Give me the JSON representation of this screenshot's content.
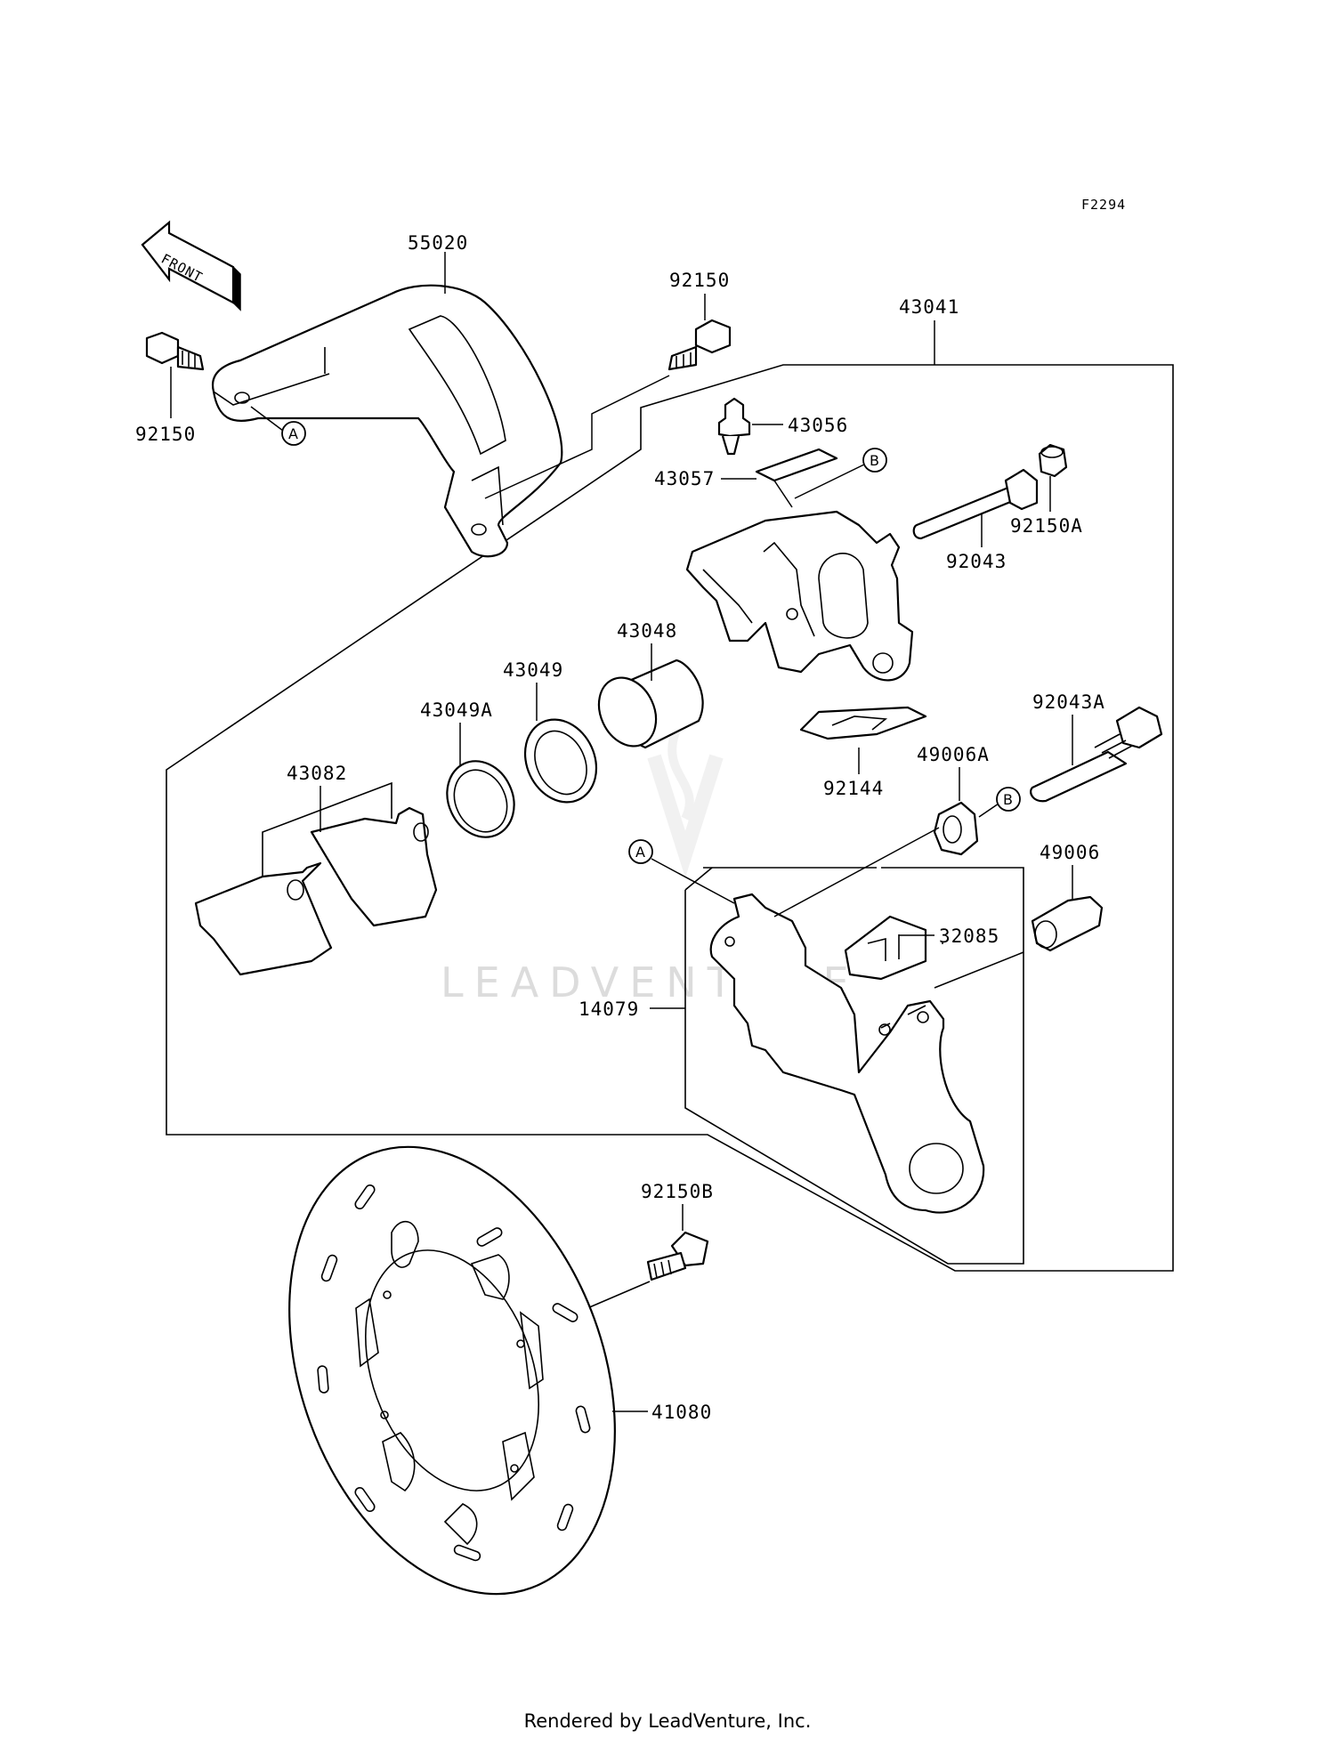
{
  "diagram": {
    "code": "F2294",
    "front_label": "FRONT",
    "watermark": "LEADVENTURE",
    "part_labels": {
      "p55020": "55020",
      "p92150_left": "92150",
      "p92150_top": "92150",
      "p43041": "43041",
      "p43056": "43056",
      "p43057": "43057",
      "p92150A": "92150A",
      "p92043": "92043",
      "p43048": "43048",
      "p43049": "43049",
      "p43049A": "43049A",
      "p43082": "43082",
      "p92144": "92144",
      "p92043A": "92043A",
      "p49006A": "49006A",
      "p49006": "49006",
      "p32085": "32085",
      "p14079": "14079",
      "p92150B": "92150B",
      "p41080": "41080"
    },
    "ref_markers": {
      "a1": "A",
      "a2": "A",
      "b1": "B",
      "b2": "B"
    }
  },
  "footer": "Rendered by LeadVenture, Inc."
}
